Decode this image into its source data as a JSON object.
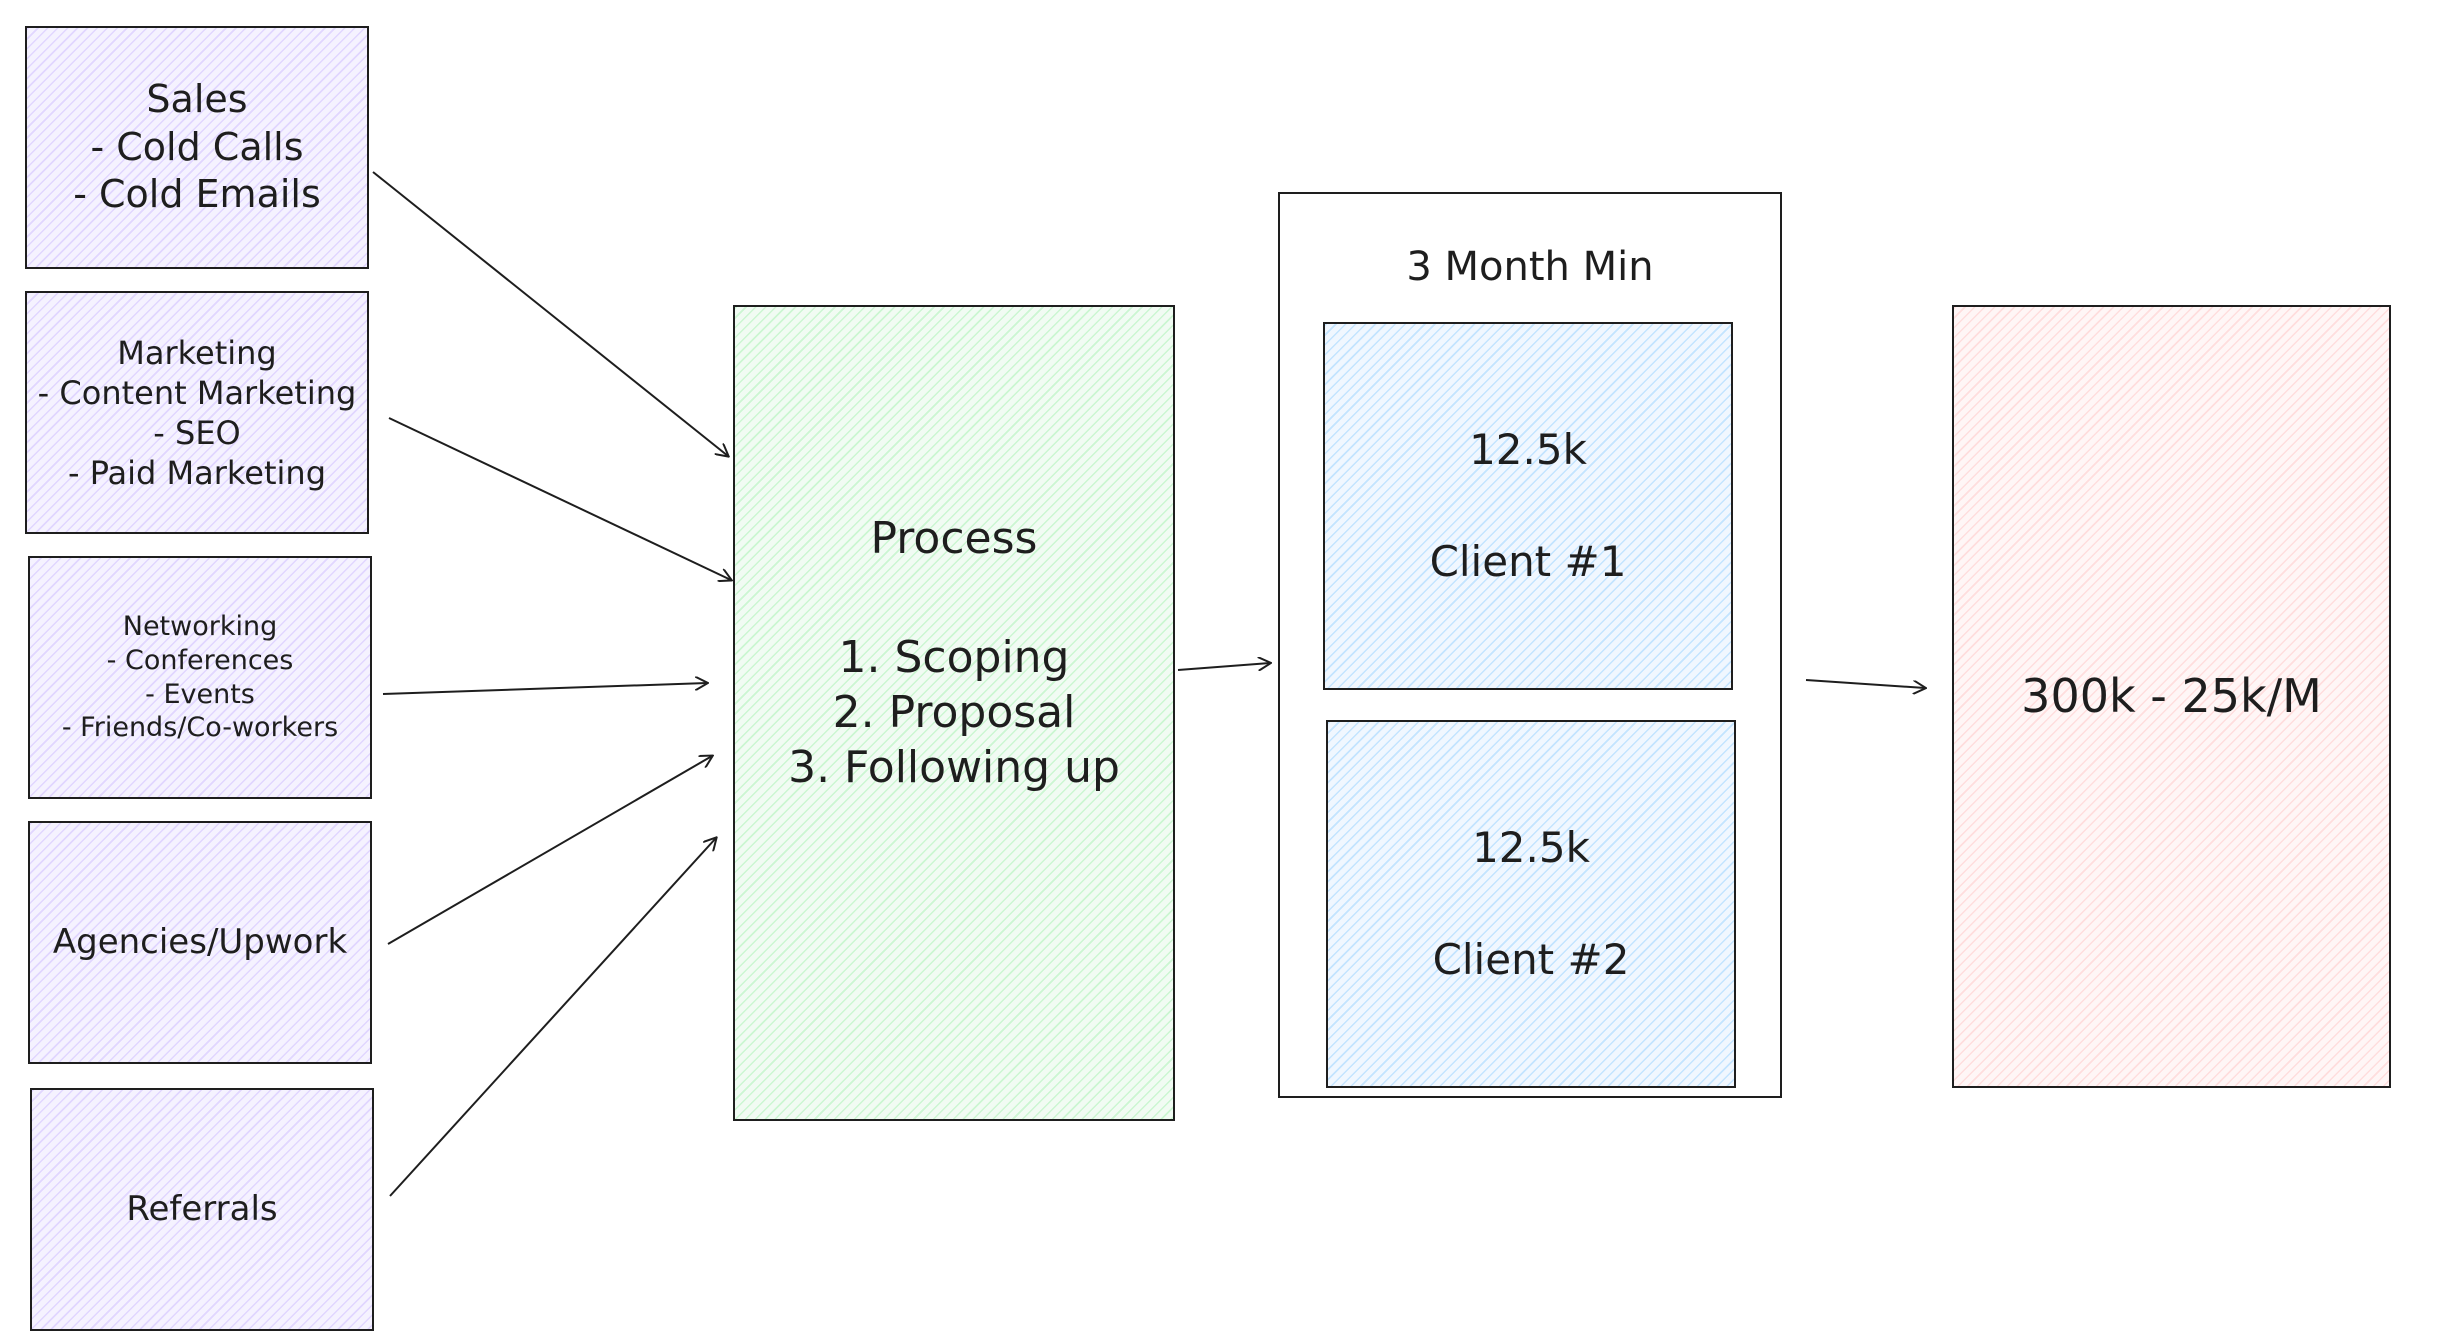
{
  "sources": {
    "sales": {
      "title": "Sales",
      "items": [
        "- Cold Calls",
        "- Cold Emails"
      ]
    },
    "marketing": {
      "title": "Marketing",
      "items": [
        "- Content Marketing",
        "- SEO",
        "- Paid Marketing"
      ]
    },
    "networking": {
      "title": "Networking",
      "items": [
        "- Conferences",
        "- Events",
        "- Friends/Co-workers"
      ]
    },
    "agencies": {
      "title": "Agencies/Upwork"
    },
    "referrals": {
      "title": "Referrals"
    }
  },
  "process": {
    "title": "Process",
    "steps": [
      "1. Scoping",
      "2. Proposal",
      "3. Following up"
    ]
  },
  "retainer": {
    "title": "3 Month Min",
    "clients": [
      {
        "amount": "12.5k",
        "label": "Client #1"
      },
      {
        "amount": "12.5k",
        "label": "Client #2"
      }
    ]
  },
  "result": {
    "label": "300k - 25k/M"
  },
  "colors": {
    "stroke": "#1e1e1e",
    "sources_fill": "#d0bfff",
    "process_fill": "#b2f2bb",
    "client_fill": "#a5d8ff",
    "result_fill": "#ffc9c9"
  }
}
